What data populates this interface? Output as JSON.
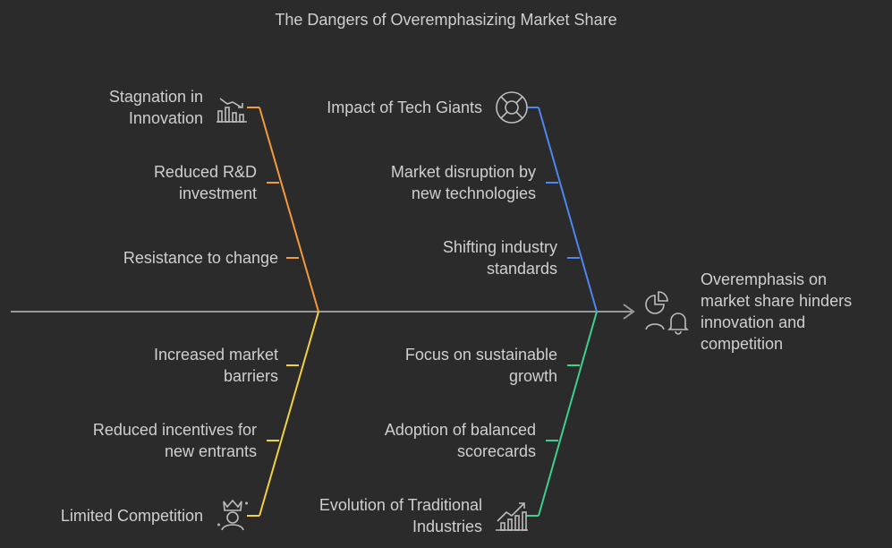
{
  "title": "The Dangers of Overemphasizing Market Share",
  "head": {
    "line1": "Overemphasis on",
    "line2": "market share hinders",
    "line3": "innovation and",
    "line4": "competition",
    "icon": "pie-chart-bell-icon"
  },
  "bones": {
    "top_left": {
      "color": "#f59a3c",
      "category": {
        "line1": "Stagnation in",
        "line2": "Innovation",
        "icon": "declining-bar-chart-icon"
      },
      "causes": [
        {
          "line1": "Reduced R&D",
          "line2": "investment"
        },
        {
          "line1": "Resistance to change",
          "line2": ""
        }
      ]
    },
    "top_right": {
      "color": "#4f86f0",
      "category": {
        "line1": "Impact of Tech Giants",
        "line2": "",
        "icon": "lifebuoy-icon"
      },
      "causes": [
        {
          "line1": "Market disruption by",
          "line2": "new technologies"
        },
        {
          "line1": "Shifting industry",
          "line2": "standards"
        }
      ]
    },
    "bottom_left": {
      "color": "#f2d23c",
      "category": {
        "line1": "Limited Competition",
        "line2": "",
        "icon": "crown-person-icon"
      },
      "causes": [
        {
          "line1": "Increased market",
          "line2": "barriers"
        },
        {
          "line1": "Reduced incentives for",
          "line2": "new entrants"
        }
      ]
    },
    "bottom_right": {
      "color": "#3fd08a",
      "category": {
        "line1": "Evolution of Traditional",
        "line2": "Industries",
        "icon": "rising-chart-icon"
      },
      "causes": [
        {
          "line1": "Focus on sustainable",
          "line2": "growth"
        },
        {
          "line1": "Adoption of balanced",
          "line2": "scorecards"
        }
      ]
    }
  },
  "colors": {
    "spine": "#9a9a9a",
    "text": "#cfcfcf",
    "background": "#2b2b2b",
    "icon": "#bdbdbd"
  }
}
